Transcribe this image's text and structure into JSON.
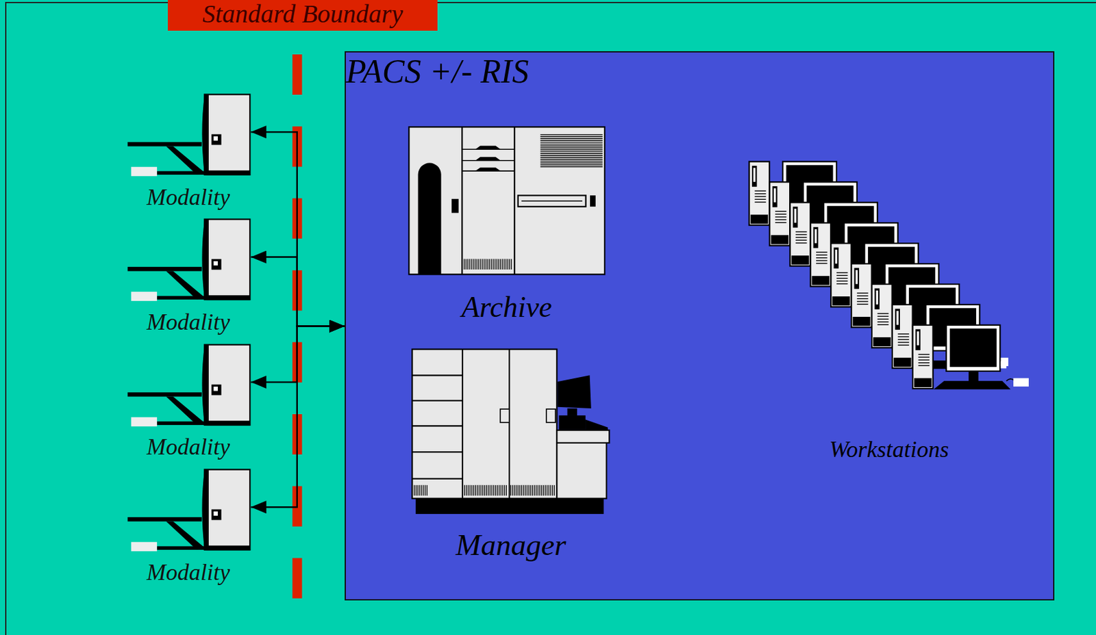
{
  "diagram": {
    "nodes": [
      {
        "text": [
          "Standard Boundary"
        ]
      },
      {
        "text": [
          "Modality"
        ]
      },
      {
        "text": [
          "Modality"
        ]
      },
      {
        "text": [
          "Modality"
        ]
      },
      {
        "text": [
          "Modality"
        ]
      },
      {
        "text": [
          "PACS +/- RIS"
        ]
      },
      {
        "text": [
          "Archive"
        ],
        "in": 5
      },
      {
        "text": [
          "Manager"
        ],
        "in": 5
      },
      {
        "text": [
          "Workstations"
        ],
        "in": 5
      }
    ],
    "edges": [
      {
        "from": 1,
        "to": 5,
        "arrow": "both"
      },
      {
        "from": 2,
        "to": 5,
        "arrow": "both"
      },
      {
        "from": 3,
        "to": 5,
        "arrow": "both"
      },
      {
        "from": 4,
        "to": 5,
        "arrow": "both"
      }
    ]
  }
}
